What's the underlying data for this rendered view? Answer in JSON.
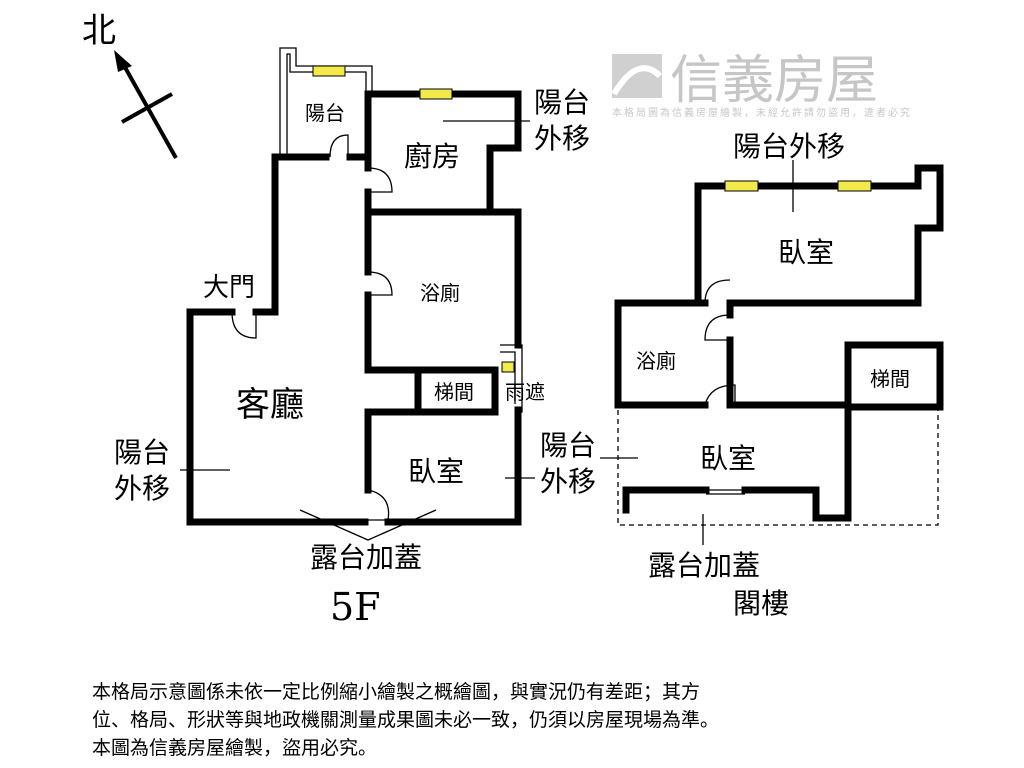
{
  "compass": {
    "north": "北"
  },
  "floor_5f": {
    "title": "5F",
    "rooms": {
      "balcony": "陽台",
      "kitchen": "廚房",
      "bathroom": "浴廁",
      "entrance": "大門",
      "living": "客廳",
      "stairs": "梯間",
      "canopy": "雨遮",
      "bedroom": "臥室"
    },
    "annotations": {
      "balcony_moved_top_1": "陽台",
      "balcony_moved_top_2": "外移",
      "balcony_moved_left_1": "陽台",
      "balcony_moved_left_2": "外移",
      "balcony_moved_right_1": "陽台",
      "balcony_moved_right_2": "外移",
      "terrace_covered": "露台加蓋"
    }
  },
  "loft": {
    "title": "閣樓",
    "rooms": {
      "bedroom_top": "臥室",
      "bathroom": "浴廁",
      "stairs": "梯間",
      "bedroom_bottom": "臥室"
    },
    "annotations": {
      "balcony_moved": "陽台外移",
      "terrace_covered": "露台加蓋"
    }
  },
  "watermark": {
    "brand": "信義房屋",
    "notice": "本格局圖為信義房屋繪製，未經允許請勿盜用，違者必究"
  },
  "disclaimer": {
    "line1": "本格局示意圖係未依一定比例縮小繪製之概繪圖，與實況仍有差距；其方",
    "line2": "位、格局、形狀等與地政機關測量成果圖未必一致，仍須以房屋現場為準。",
    "line3": "本圖為信義房屋繪製，盜用必究。"
  },
  "colors": {
    "wall": "#000000",
    "window": "#f2e94a",
    "watermark": "#9a9a9a"
  }
}
